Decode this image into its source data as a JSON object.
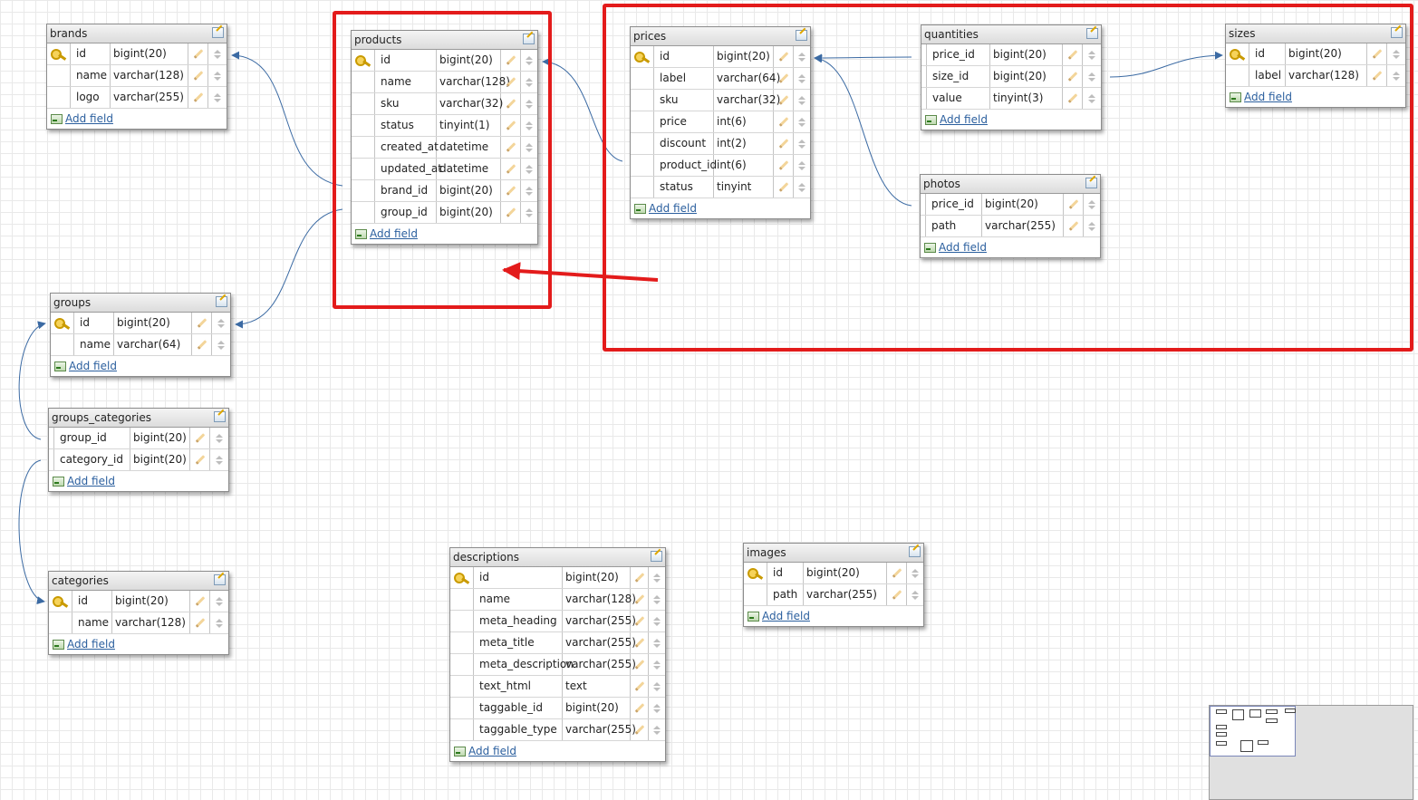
{
  "canvas": {
    "add_field_label": "Add field"
  },
  "tables": {
    "brands": {
      "name": "brands",
      "fields": [
        {
          "name": "id",
          "type": "bigint(20)",
          "pk": true
        },
        {
          "name": "name",
          "type": "varchar(128)"
        },
        {
          "name": "logo",
          "type": "varchar(255)"
        }
      ]
    },
    "products": {
      "name": "products",
      "fields": [
        {
          "name": "id",
          "type": "bigint(20)",
          "pk": true
        },
        {
          "name": "name",
          "type": "varchar(128)"
        },
        {
          "name": "sku",
          "type": "varchar(32)"
        },
        {
          "name": "status",
          "type": "tinyint(1)"
        },
        {
          "name": "created_at",
          "type": "datetime"
        },
        {
          "name": "updated_at",
          "type": "datetime"
        },
        {
          "name": "brand_id",
          "type": "bigint(20)"
        },
        {
          "name": "group_id",
          "type": "bigint(20)"
        }
      ]
    },
    "prices": {
      "name": "prices",
      "fields": [
        {
          "name": "id",
          "type": "bigint(20)",
          "pk": true
        },
        {
          "name": "label",
          "type": "varchar(64)"
        },
        {
          "name": "sku",
          "type": "varchar(32)"
        },
        {
          "name": "price",
          "type": "int(6)"
        },
        {
          "name": "discount",
          "type": "int(2)"
        },
        {
          "name": "product_id",
          "type": "int(6)"
        },
        {
          "name": "status",
          "type": "tinyint"
        }
      ]
    },
    "quantities": {
      "name": "quantities",
      "fields": [
        {
          "name": "price_id",
          "type": "bigint(20)"
        },
        {
          "name": "size_id",
          "type": "bigint(20)"
        },
        {
          "name": "value",
          "type": "tinyint(3)"
        }
      ]
    },
    "sizes": {
      "name": "sizes",
      "fields": [
        {
          "name": "id",
          "type": "bigint(20)",
          "pk": true
        },
        {
          "name": "label",
          "type": "varchar(128)"
        }
      ]
    },
    "photos": {
      "name": "photos",
      "fields": [
        {
          "name": "price_id",
          "type": "bigint(20)"
        },
        {
          "name": "path",
          "type": "varchar(255)"
        }
      ]
    },
    "groups": {
      "name": "groups",
      "fields": [
        {
          "name": "id",
          "type": "bigint(20)",
          "pk": true
        },
        {
          "name": "name",
          "type": "varchar(64)"
        }
      ]
    },
    "groups_categories": {
      "name": "groups_categories",
      "fields": [
        {
          "name": "group_id",
          "type": "bigint(20)"
        },
        {
          "name": "category_id",
          "type": "bigint(20)"
        }
      ]
    },
    "categories": {
      "name": "categories",
      "fields": [
        {
          "name": "id",
          "type": "bigint(20)",
          "pk": true
        },
        {
          "name": "name",
          "type": "varchar(128)"
        }
      ]
    },
    "descriptions": {
      "name": "descriptions",
      "fields": [
        {
          "name": "id",
          "type": "bigint(20)",
          "pk": true
        },
        {
          "name": "name",
          "type": "varchar(128)"
        },
        {
          "name": "meta_heading",
          "type": "varchar(255)"
        },
        {
          "name": "meta_title",
          "type": "varchar(255)"
        },
        {
          "name": "meta_description",
          "type": "varchar(255)"
        },
        {
          "name": "text_html",
          "type": "text"
        },
        {
          "name": "taggable_id",
          "type": "bigint(20)"
        },
        {
          "name": "taggable_type",
          "type": "varchar(255)"
        }
      ]
    },
    "images": {
      "name": "images",
      "fields": [
        {
          "name": "id",
          "type": "bigint(20)",
          "pk": true
        },
        {
          "name": "path",
          "type": "varchar(255)"
        }
      ]
    }
  },
  "colors": {
    "annotation": "#e31b1b",
    "relation_line": "#3b6aa3",
    "link": "#2b5f9e"
  }
}
